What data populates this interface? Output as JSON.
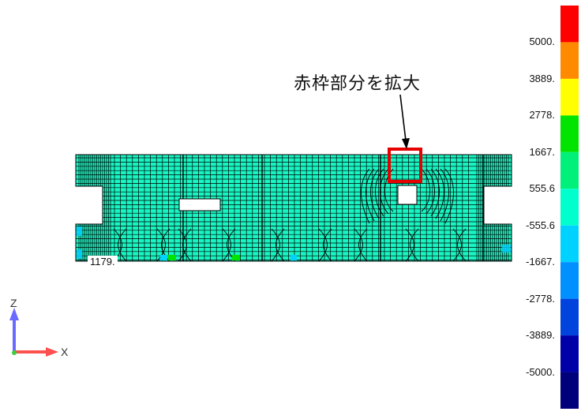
{
  "annotation": {
    "text": "赤枠部分を拡大"
  },
  "node_label": "1179.",
  "axes": {
    "vertical": "Z",
    "horizontal": "X"
  },
  "legend": {
    "labels": [
      "5000.",
      "3889.",
      "2778.",
      "1667.",
      "555.6",
      "-555.6",
      "-1667.",
      "-2778.",
      "-3889.",
      "-5000."
    ],
    "colors": [
      "#ff0000",
      "#ff8a00",
      "#ffff00",
      "#00e400",
      "#00f07a",
      "#00ffcc",
      "#00d2ff",
      "#0090ff",
      "#0044dd",
      "#0000a8",
      "#00007a"
    ]
  },
  "colors": {
    "mesh_fill": "#19f5c2",
    "mesh_line": "#000000",
    "highlight_frame": "#e60000",
    "axis_z": "#6a6aff",
    "axis_x": "#ff5050"
  }
}
